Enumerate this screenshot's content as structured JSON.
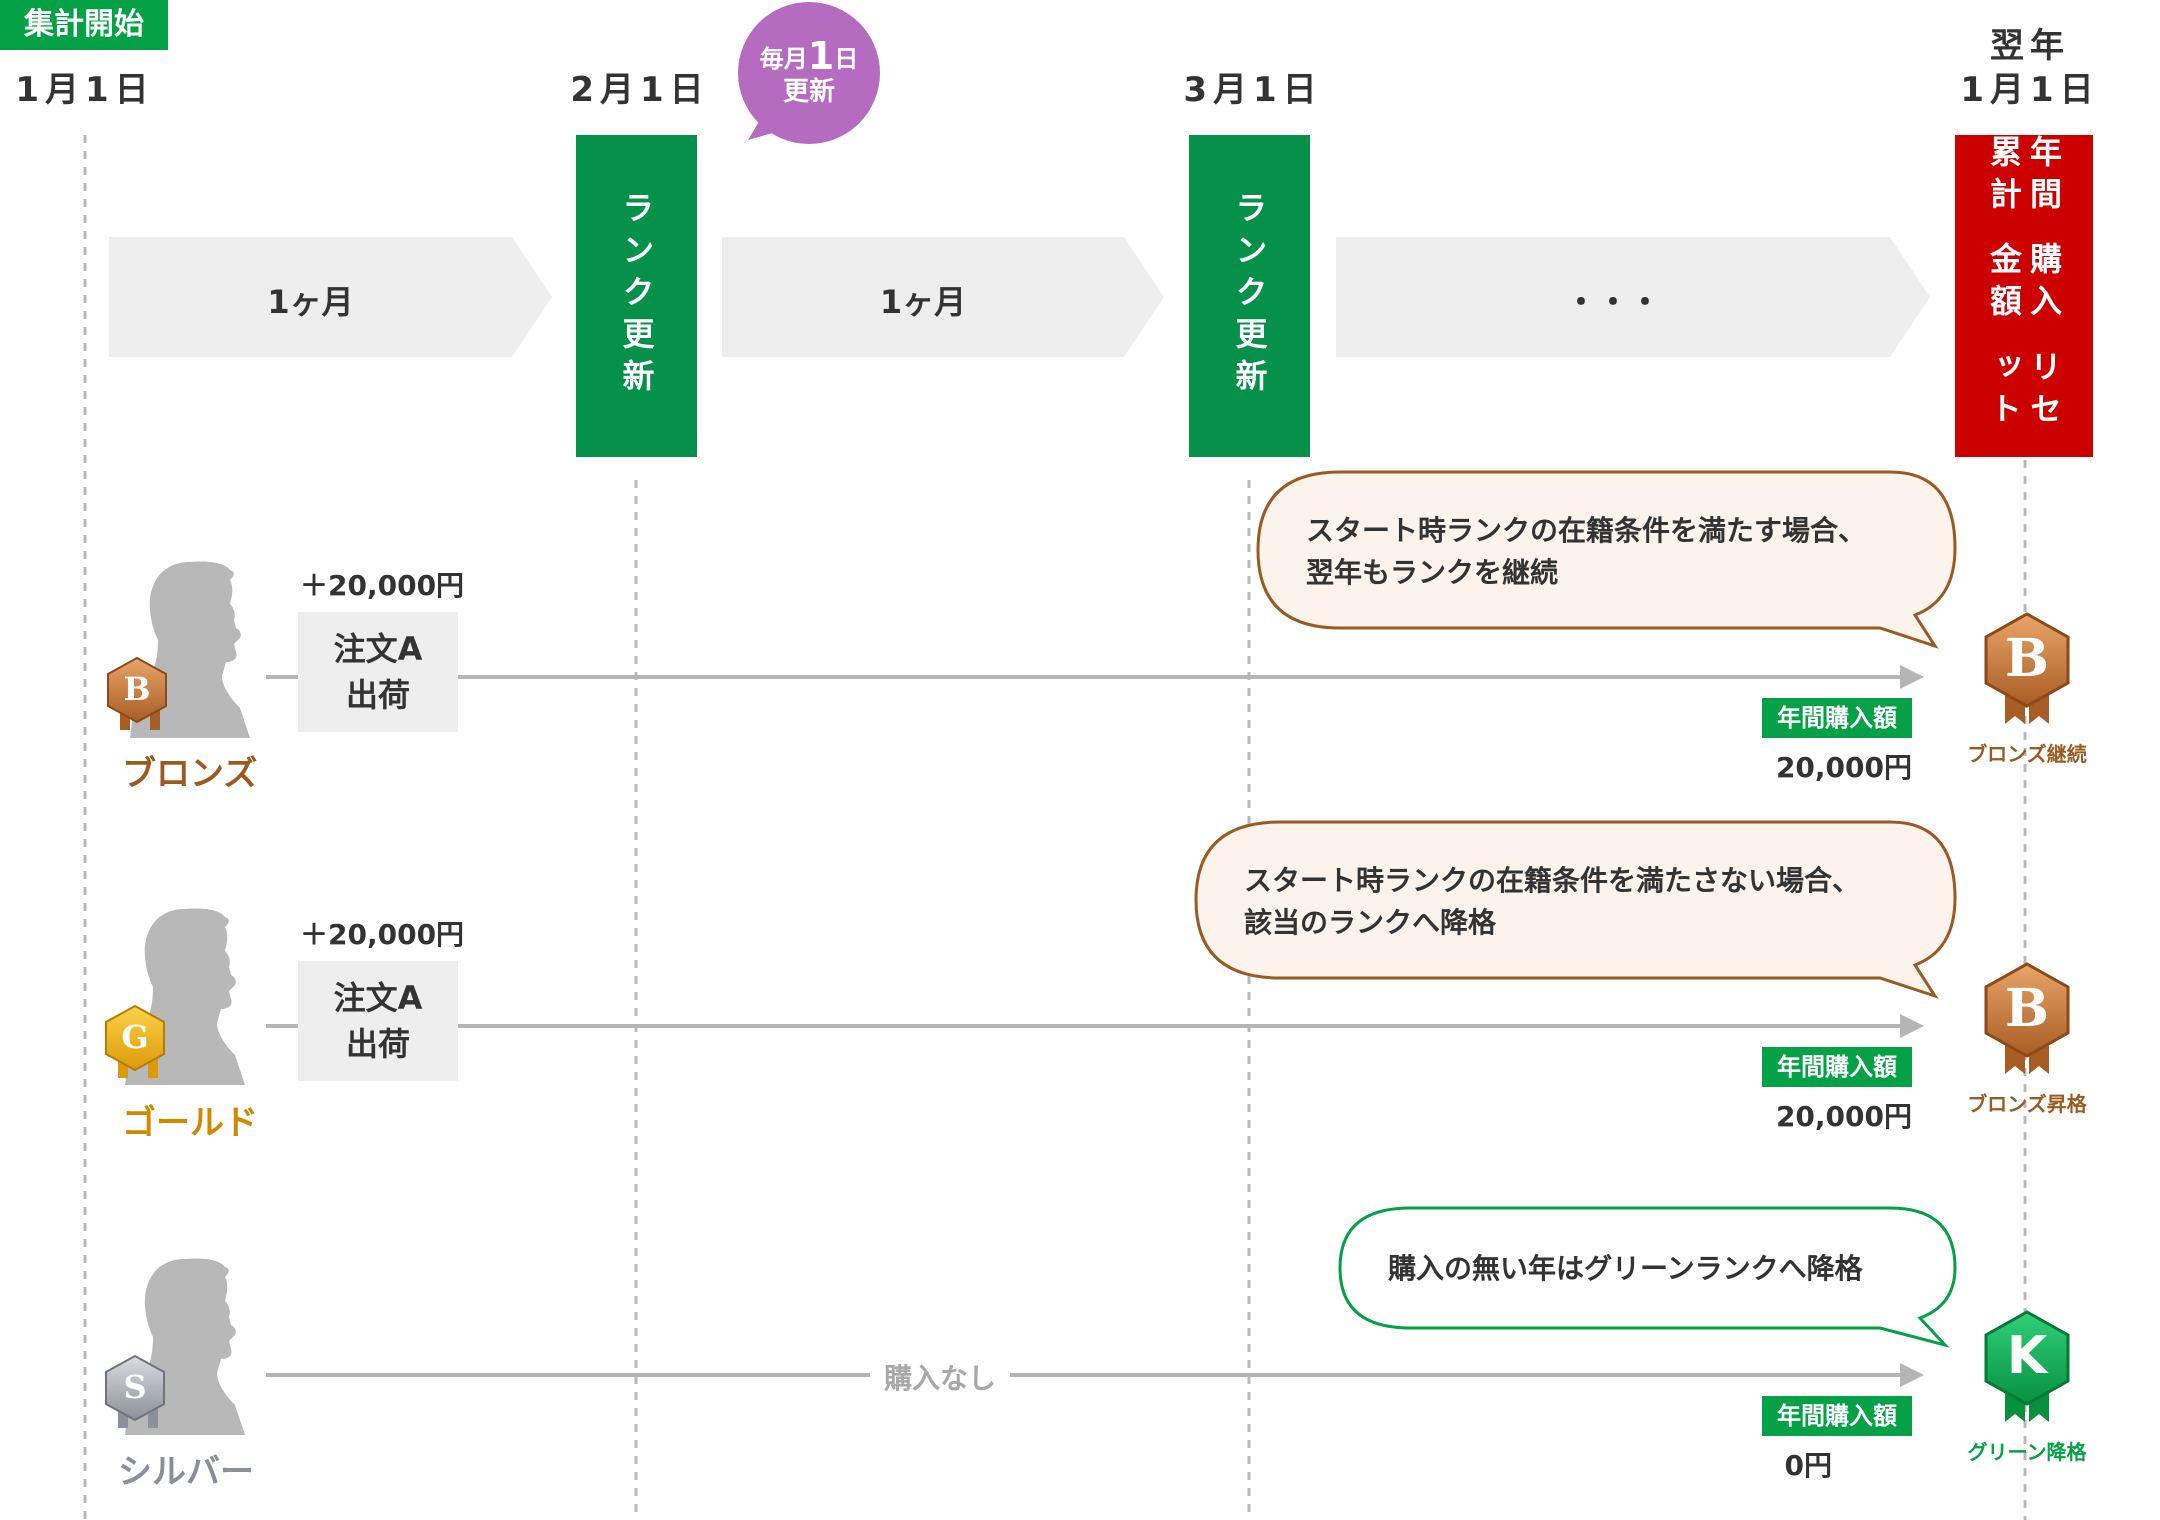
{
  "header": {
    "start_tag": "集計開始",
    "dates": {
      "jan1": "1月1日",
      "feb1": "2月1日",
      "mar1": "3月1日",
      "next_year": "翌年",
      "next_jan1": "1月1日"
    },
    "update_bubble": {
      "line1_pre": "毎月",
      "line1_big": "1",
      "line1_post": "日",
      "line2": "更新"
    }
  },
  "timeline": {
    "period1": "1ヶ月",
    "period2": "1ヶ月",
    "period3": "・・・",
    "rank_update_1": "ランク更新",
    "rank_update_2": "ランク更新",
    "reset_line1": "年間累計",
    "reset_line2": "購入金額",
    "reset_line3": "リセット"
  },
  "rows": [
    {
      "rank_name": "ブロンズ",
      "badge_letter": "B",
      "amount": "＋20,000円",
      "order_line1": "注文A",
      "order_line2": "出荷",
      "speech_line1": "スタート時ランクの在籍条件を満たす場合、",
      "speech_line2": "翌年もランクを継続",
      "annual_tag": "年間購入額",
      "annual_value": "20,000円",
      "result_letter": "B",
      "result_label": "ブロンズ継続"
    },
    {
      "rank_name": "ゴールド",
      "badge_letter": "G",
      "amount": "＋20,000円",
      "order_line1": "注文A",
      "order_line2": "出荷",
      "speech_line1": "スタート時ランクの在籍条件を満たさない場合、",
      "speech_line2": "該当のランクへ降格",
      "annual_tag": "年間購入額",
      "annual_value": "20,000円",
      "result_letter": "B",
      "result_label": "ブロンズ昇格"
    },
    {
      "rank_name": "シルバー",
      "badge_letter": "S",
      "no_purchase": "購入なし",
      "speech_line1": "購入の無い年はグリーンランクへ降格",
      "annual_tag": "年間購入額",
      "annual_value": "0円",
      "result_letter": "K",
      "result_label": "グリーン降格"
    }
  ],
  "colors": {
    "green": "#05a146",
    "dark_green": "#05914a",
    "red": "#cc0000",
    "purple": "#b46bc0",
    "bronze": "#9a5b22",
    "gold": "#cf8a00",
    "silver": "#8a8f98",
    "bubble_fill": "#fbf3ec"
  },
  "icons": {
    "person": "person-silhouette-icon",
    "badge": "medal-badge-icon"
  }
}
